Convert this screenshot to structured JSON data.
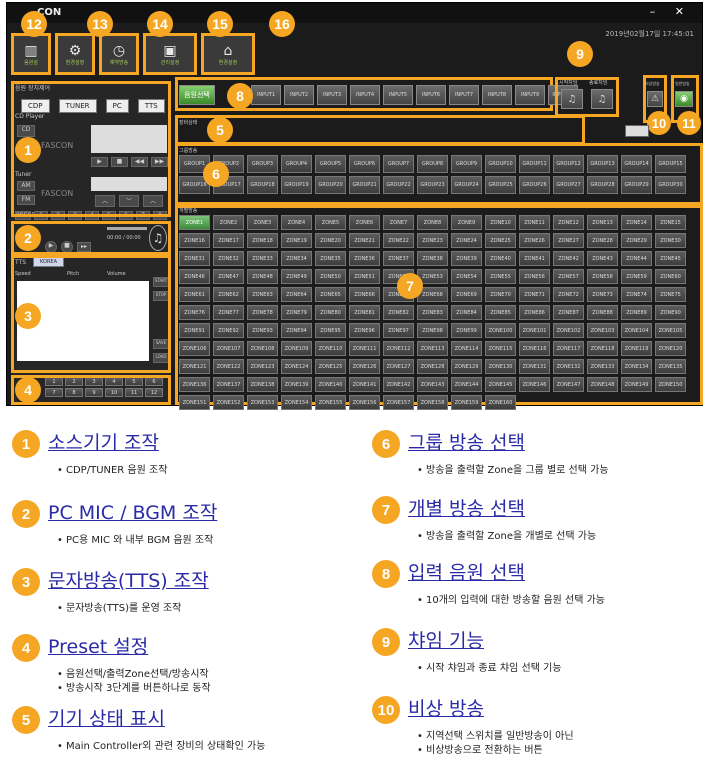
{
  "app": {
    "logo": "CON",
    "window_controls": "– ✕",
    "datetime": "2019년02월17일 17:45:01"
  },
  "top_icons": [
    {
      "badge": "12",
      "icon": "building-icon",
      "glyph": "▥",
      "label": "음원설"
    },
    {
      "badge": "13",
      "icon": "gear-icon",
      "glyph": "⚙",
      "label": "환경설정"
    },
    {
      "badge": "14",
      "icon": "clock-icon",
      "glyph": "◷",
      "label": "예약방송"
    },
    {
      "badge": "15",
      "icon": "monitor-icon",
      "glyph": "▣",
      "label": "관리설정"
    },
    {
      "badge": "16",
      "icon": "home-icon",
      "glyph": "⌂",
      "label": "환경설정"
    }
  ],
  "source": {
    "header": "음원 장치제어",
    "buttons": [
      "CDP",
      "TUNER",
      "PC",
      "TTS"
    ],
    "cd_label": "CD Player",
    "cd_button": "CD",
    "brand": "FASCON",
    "tuner_label": "Tuner",
    "am": "AM",
    "fm": "FM",
    "presets_label": "PRESET",
    "presets": [
      "1",
      "2",
      "3",
      "4",
      "5",
      "6",
      "7",
      "8"
    ]
  },
  "pc": {
    "time": "00:00 / 00:00"
  },
  "tts": {
    "label": "TTS",
    "lang": "KOREA",
    "speed": "Speed",
    "pitch": "Pitch",
    "volume": "Volume",
    "side_buttons": [
      "START",
      "STOP",
      "SAVE",
      "LOAD"
    ]
  },
  "preset_grid": [
    "1",
    "2",
    "3",
    "4",
    "5",
    "6",
    "7",
    "8",
    "9",
    "10",
    "11",
    "12"
  ],
  "inputs": {
    "active": "음원선택",
    "buttons": [
      "INPUT1",
      "INPUT2",
      "INPUT3",
      "INPUT4",
      "INPUT5",
      "INPUT6",
      "INPUT7",
      "INPUT8",
      "INPUT9",
      "INPUT10"
    ]
  },
  "chime": {
    "start": "시작차임",
    "end": "종료차임"
  },
  "emergency": {
    "label": "비상방송"
  },
  "extra": {
    "label": "일반방송"
  },
  "status": {
    "label": "장비상태"
  },
  "groups": {
    "label": "그룹방송",
    "items": [
      "GROUP1",
      "GROUP2",
      "GROUP3",
      "GROUP4",
      "GROUP5",
      "GROUP6",
      "GROUP7",
      "GROUP8",
      "GROUP9",
      "GROUP10",
      "GROUP11",
      "GROUP12",
      "GROUP13",
      "GROUP14",
      "GROUP15",
      "GROUP16",
      "GROUP17",
      "GROUP18",
      "GROUP19",
      "GROUP20",
      "GROUP21",
      "GROUP22",
      "GROUP23",
      "GROUP24",
      "GROUP25",
      "GROUP26",
      "GROUP27",
      "GROUP28",
      "GROUP29",
      "GROUP30"
    ]
  },
  "zones": {
    "label": "개별방송",
    "count": 160,
    "prefix": "ZONE"
  },
  "badges": [
    "1",
    "2",
    "3",
    "4",
    "5",
    "6",
    "7",
    "8",
    "9",
    "10",
    "11"
  ],
  "legend": [
    {
      "num": "1",
      "title": "소스기기 조작",
      "desc": "CDP/TUNER 음원 조작"
    },
    {
      "num": "2",
      "title": "PC MIC / BGM 조작",
      "desc": "PC용 MIC 와 내부 BGM 음원 조작"
    },
    {
      "num": "3",
      "title": "문자방송(TTS) 조작",
      "desc": "문자방송(TTS)를 운영 조작"
    },
    {
      "num": "4",
      "title": "Preset 설정",
      "desc": "음원선택/출력Zone선택/방송시작",
      "desc2": "방송시작 3단계를 버튼하나로 동작"
    },
    {
      "num": "5",
      "title": "기기 상태 표시",
      "desc": "Main Controller외 관련 장비의 상태확인 가능"
    },
    {
      "num": "6",
      "title": "그룹 방송 선택",
      "desc": "방송을 출력할 Zone을 그룹 별로 선택 가능"
    },
    {
      "num": "7",
      "title": "개별 방송 선택",
      "desc": "방송을 출력할 Zone을 개별로 선택 가능"
    },
    {
      "num": "8",
      "title": "입력 음원 선택",
      "desc": "10개의 입력에 대한 방송할 음원 선택 가능"
    },
    {
      "num": "9",
      "title": "챠임 기능",
      "desc": "시작 챠임과 종료 챠임 선택 기능"
    },
    {
      "num": "10",
      "title": "비상 방송",
      "desc": "지역선택 스위치를 일반방송이 아닌",
      "desc2": "비상방송으로 전환하는 버튼"
    }
  ]
}
